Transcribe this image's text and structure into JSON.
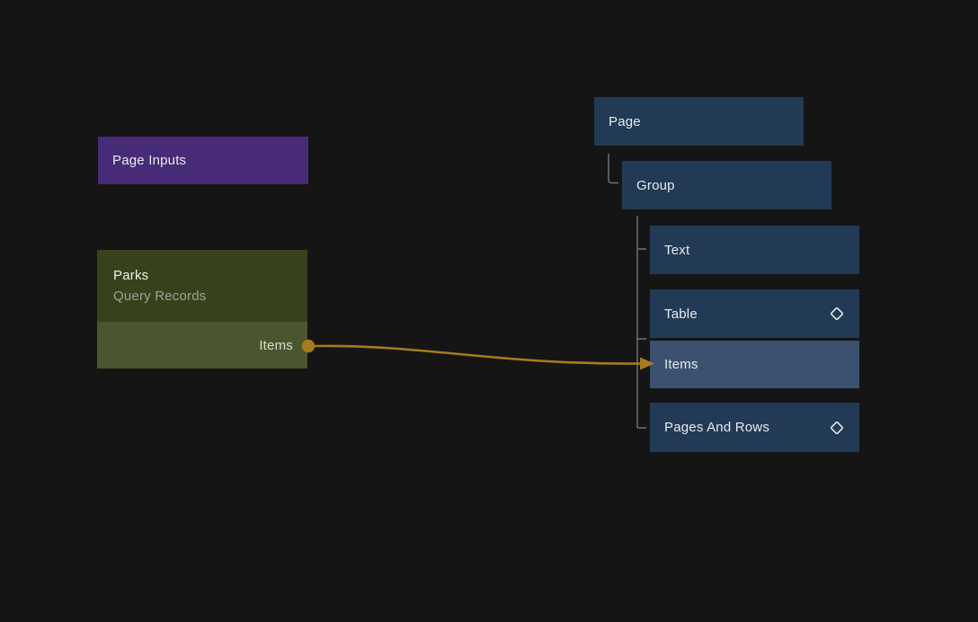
{
  "canvas": {
    "background": "#151515"
  },
  "page_inputs_node": {
    "label": "Page Inputs",
    "bg_color": "#472B77"
  },
  "query_node": {
    "title": "Parks",
    "subtitle": "Query Records",
    "output_port_label": "Items",
    "header_bg_color": "#37421C",
    "ports_bg_color": "#4A562D"
  },
  "component_tree": {
    "page_label": "Page",
    "group_label": "Group",
    "text_label": "Text",
    "table_label": "Table",
    "items_label": "Items",
    "pages_and_rows_label": "Pages And Rows",
    "node_bg_color": "#223A56",
    "selected_bg_color": "#3B516F",
    "tree_line_color": "#717171",
    "diamond_icon": "diamond-outline"
  },
  "connection": {
    "from": "Items",
    "to": "Items",
    "color": "#A67C1E"
  }
}
